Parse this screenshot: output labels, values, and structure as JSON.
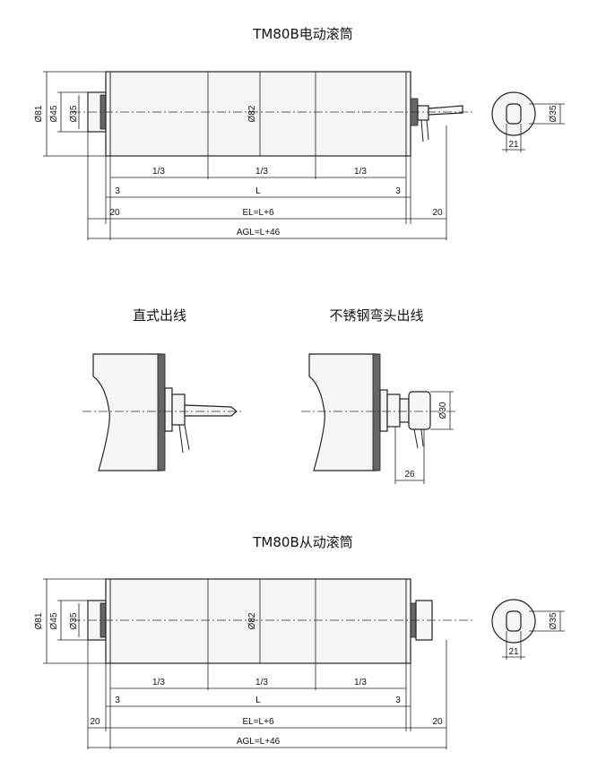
{
  "titles": {
    "drive": "TM80B电动滚筒",
    "straight_outlet": "直式出线",
    "elbow_outlet": "不锈钢弯头出线",
    "idler": "TM80B从动滚筒"
  },
  "dimensions": {
    "phi81": "Ø81",
    "phi45": "Ø45",
    "phi35": "Ø35",
    "phi82": "Ø82",
    "phi30": "Ø30",
    "third": "1/3",
    "three": "3",
    "L": "L",
    "twenty": "20",
    "twenty_one": "21",
    "twenty_six": "26",
    "EL": "EL=L+6",
    "AGL": "AGL=L+46"
  }
}
